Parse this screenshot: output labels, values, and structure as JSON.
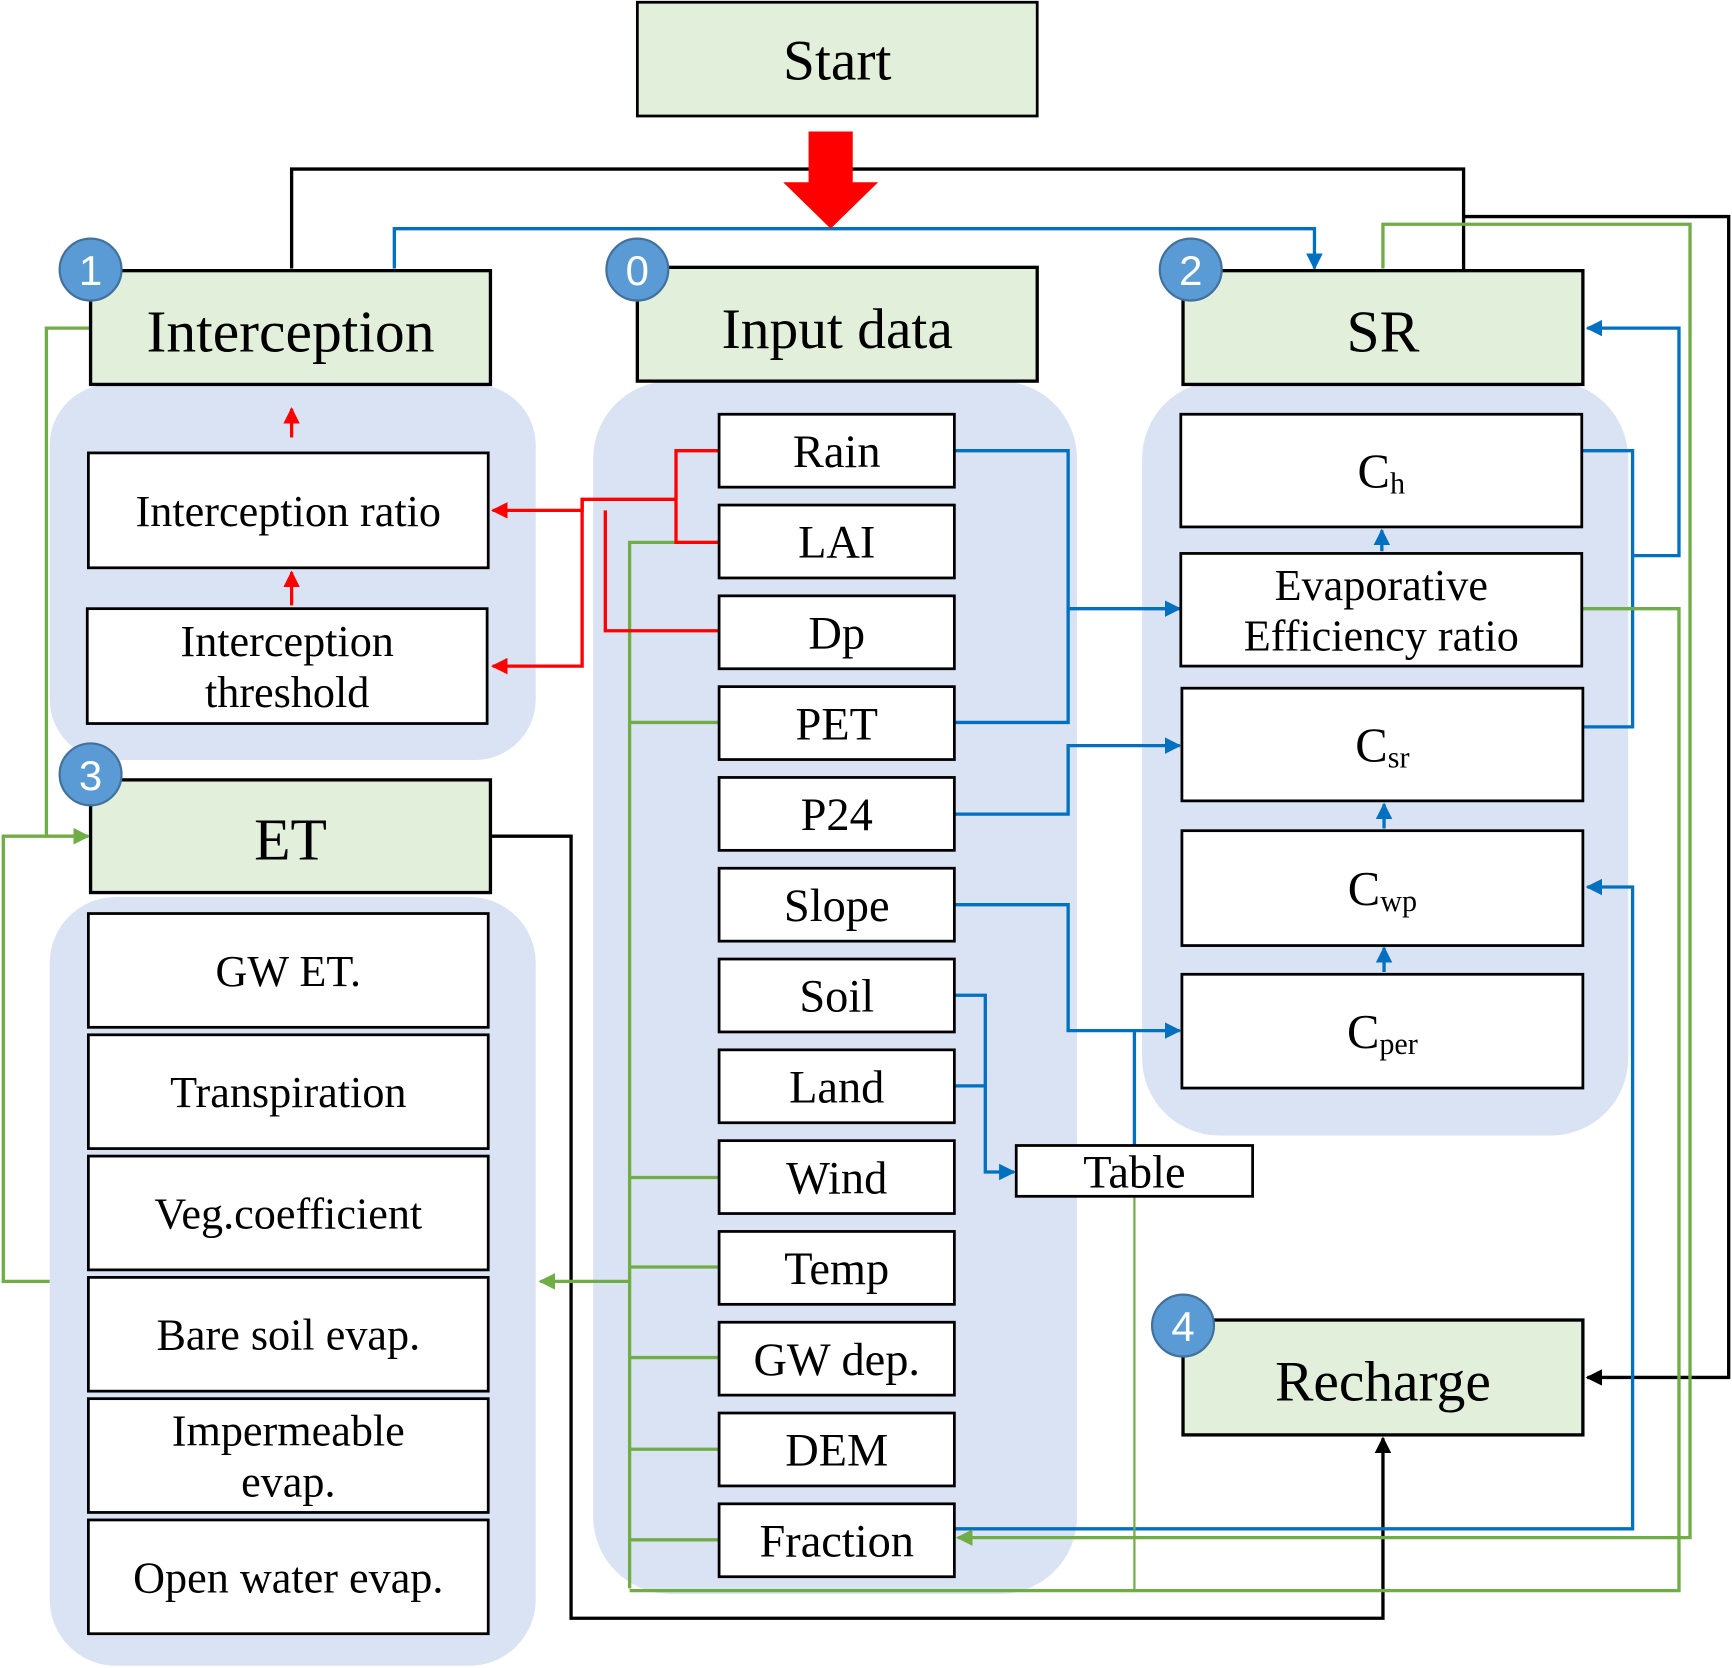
{
  "title": "Model flowchart",
  "colors": {
    "panel": "#dae3f3",
    "process_fill": "#e2efda",
    "box_fill": "#ffffff",
    "badge": "#5b9bd5",
    "red": "#ff0000",
    "blue": "#0070c0",
    "green": "#70ad47",
    "black": "#000000"
  },
  "start": {
    "label": "Start"
  },
  "modules": {
    "input": {
      "badge": "0",
      "label": "Input data"
    },
    "interception": {
      "badge": "1",
      "label": "Interception"
    },
    "sr": {
      "badge": "2",
      "label": "SR"
    },
    "et": {
      "badge": "3",
      "label": "ET"
    },
    "recharge": {
      "badge": "4",
      "label": "Recharge"
    }
  },
  "interception_items": [
    {
      "lines": [
        "Interception ratio"
      ]
    },
    {
      "lines": [
        "Interception",
        "threshold"
      ]
    }
  ],
  "input_items": [
    "Rain",
    "LAI",
    "Dp",
    "PET",
    "P24",
    "Slope",
    "Soil",
    "Land",
    "Wind",
    "Temp",
    "GW dep.",
    "DEM",
    "Fraction"
  ],
  "sr_items": [
    {
      "main": "C",
      "sub": "h"
    },
    {
      "lines": [
        "Evaporative",
        "Efficiency ratio"
      ]
    },
    {
      "main": "C",
      "sub": "sr"
    },
    {
      "main": "C",
      "sub": "wp"
    },
    {
      "main": "C",
      "sub": "per"
    }
  ],
  "et_items": [
    {
      "lines": [
        "GW ET."
      ]
    },
    {
      "lines": [
        "Transpiration"
      ]
    },
    {
      "lines": [
        "Veg.coefficient"
      ]
    },
    {
      "lines": [
        "Bare soil evap."
      ]
    },
    {
      "lines": [
        "Impermeable",
        "evap."
      ]
    },
    {
      "lines": [
        "Open water evap."
      ]
    }
  ],
  "table": {
    "label": "Table"
  }
}
